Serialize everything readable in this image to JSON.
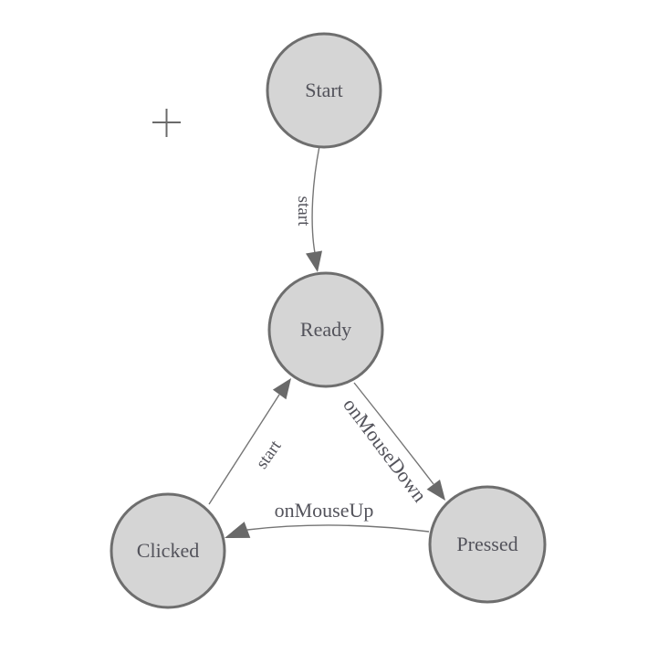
{
  "diagram_type": "state-machine",
  "background": "#ffffff",
  "colors": {
    "node_fill": "#d5d5d5",
    "node_border": "#6e6e6e",
    "edge_line": "#757575",
    "arrowhead": "#696969",
    "text": "#53535b"
  },
  "nodes": [
    {
      "id": "start",
      "label": "Start"
    },
    {
      "id": "ready",
      "label": "Ready"
    },
    {
      "id": "clicked",
      "label": "Clicked"
    },
    {
      "id": "pressed",
      "label": "Pressed"
    }
  ],
  "edges": [
    {
      "from": "Start",
      "to": "Ready",
      "label": "start"
    },
    {
      "from": "Clicked",
      "to": "Ready",
      "label": "start"
    },
    {
      "from": "Ready",
      "to": "Pressed",
      "label": "onMouseDown"
    },
    {
      "from": "Pressed",
      "to": "Clicked",
      "label": "onMouseUp"
    }
  ],
  "cursor": {
    "icon": "plus-crosshair"
  }
}
